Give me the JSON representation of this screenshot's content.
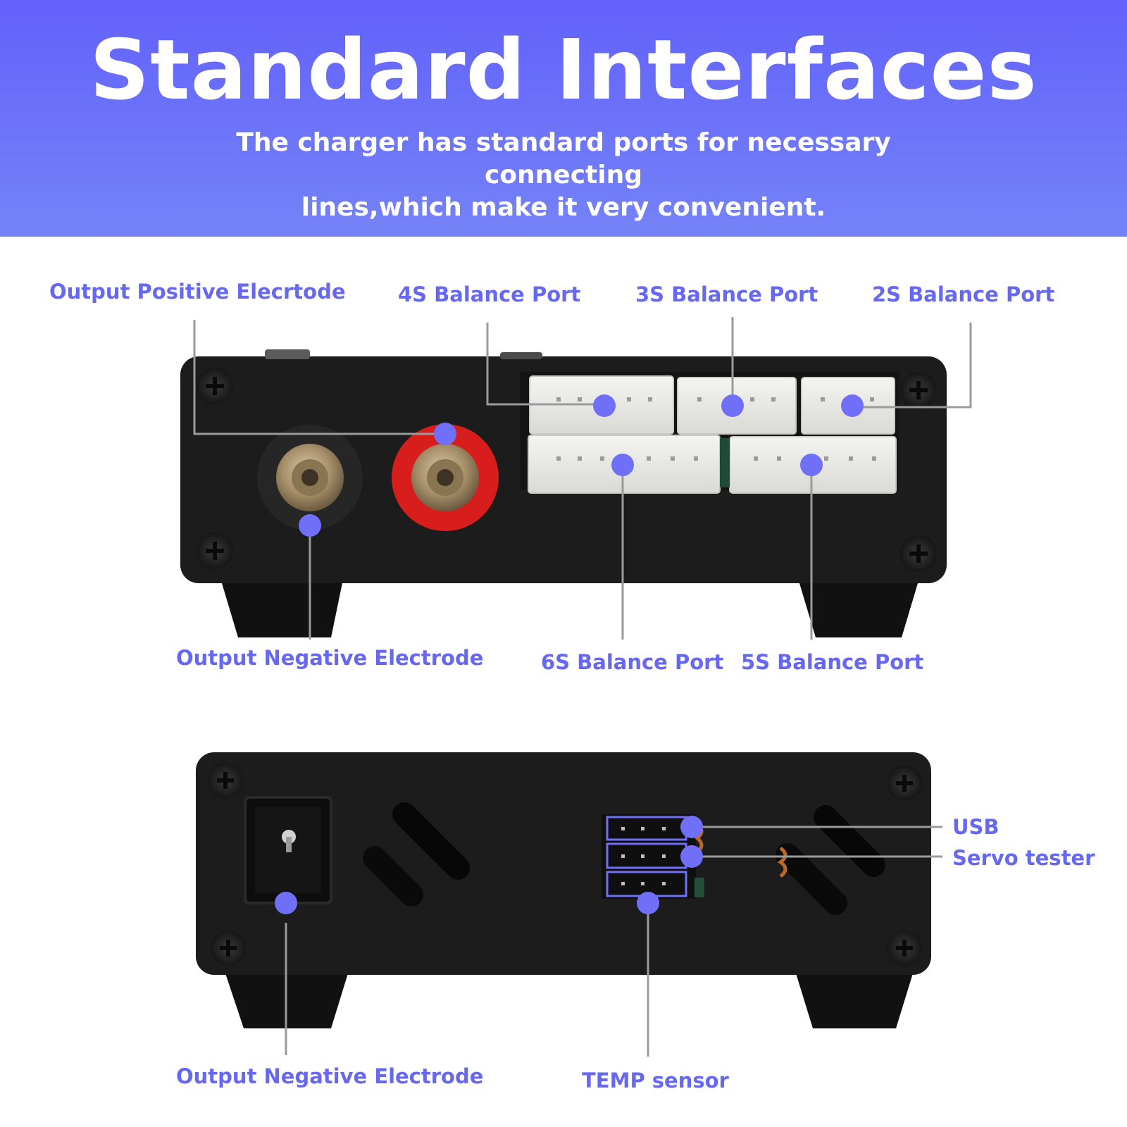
{
  "header": {
    "title": "Standard Interfaces",
    "subtitle_line1": "The charger has standard ports for necessary connecting",
    "subtitle_line2": "lines,which make it very convenient."
  },
  "front_panel": {
    "labels": {
      "output_positive": "Output Positive Elecrtode",
      "balance_4s": "4S Balance Port",
      "balance_3s": "3S Balance Port",
      "balance_2s": "2S Balance Port",
      "output_negative": "Output Negative Electrode",
      "balance_6s": "6S Balance Port",
      "balance_5s": "5S Balance Port"
    }
  },
  "rear_panel": {
    "labels": {
      "usb": "USB",
      "servo_tester": "Servo tester",
      "output_negative": "Output Negative Electrode",
      "temp_sensor": "TEMP sensor"
    }
  },
  "colors": {
    "accent": "#6668f2",
    "marker": "#6f6ff8",
    "body": "#1c1c1c",
    "banner_top": "#6261fb",
    "banner_bottom": "#7583f7"
  }
}
